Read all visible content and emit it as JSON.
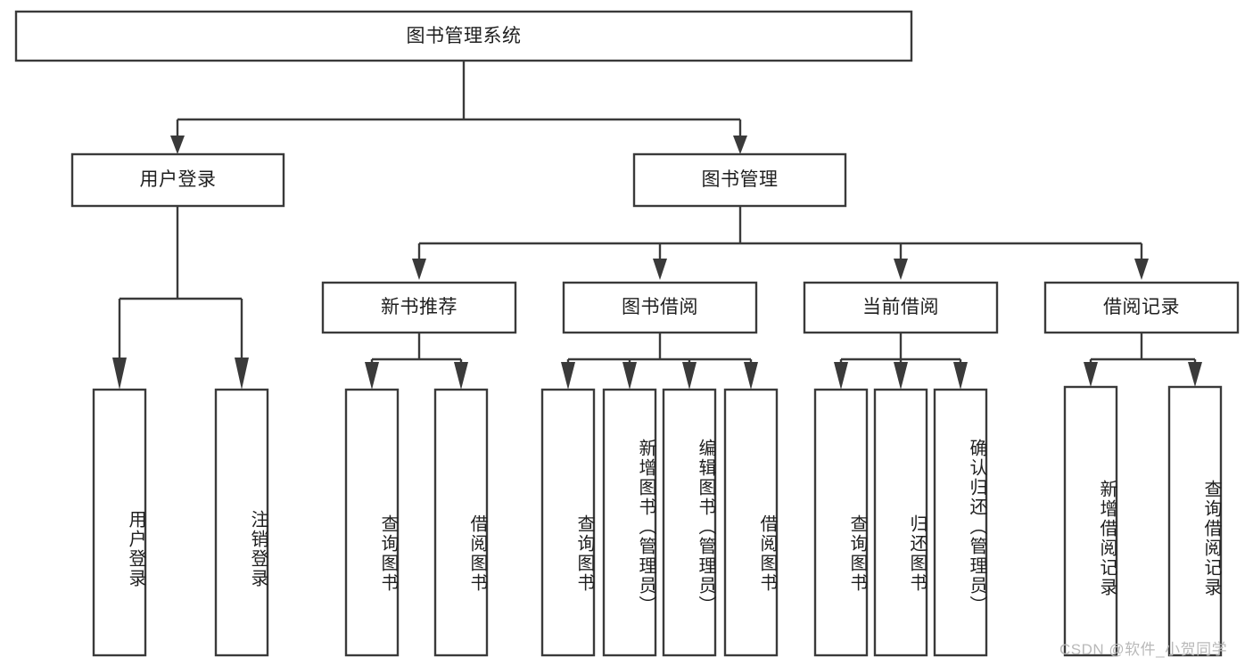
{
  "diagram": {
    "type": "tree-hierarchy",
    "title": "图书管理系统",
    "root": {
      "id": "root",
      "label": "图书管理系统",
      "orientation": "horizontal"
    },
    "level2": [
      {
        "id": "user-login",
        "label": "用户登录",
        "orientation": "horizontal"
      },
      {
        "id": "book-management",
        "label": "图书管理",
        "orientation": "horizontal"
      }
    ],
    "level3": [
      {
        "id": "new-book-recommend",
        "label": "新书推荐",
        "orientation": "horizontal",
        "parent": "book-management"
      },
      {
        "id": "book-borrow",
        "label": "图书借阅",
        "orientation": "horizontal",
        "parent": "book-management"
      },
      {
        "id": "current-borrow",
        "label": "当前借阅",
        "orientation": "horizontal",
        "parent": "book-management"
      },
      {
        "id": "borrow-record",
        "label": "借阅记录",
        "orientation": "horizontal",
        "parent": "book-management"
      }
    ],
    "leaves": [
      {
        "id": "leaf-user-login",
        "label": "用户登录",
        "orientation": "vertical",
        "parent": "user-login"
      },
      {
        "id": "leaf-user-logout",
        "label": "注销登录",
        "orientation": "vertical",
        "parent": "user-login"
      },
      {
        "id": "leaf-query-book-1",
        "label": "查询图书",
        "orientation": "vertical",
        "parent": "new-book-recommend"
      },
      {
        "id": "leaf-borrow-book-1",
        "label": "借阅图书",
        "orientation": "vertical",
        "parent": "new-book-recommend"
      },
      {
        "id": "leaf-query-book-2",
        "label": "查询图书",
        "orientation": "vertical",
        "parent": "book-borrow"
      },
      {
        "id": "leaf-add-book",
        "label": "新增图书（管理员）",
        "orientation": "vertical",
        "parent": "book-borrow"
      },
      {
        "id": "leaf-edit-book",
        "label": "编辑图书（管理员）",
        "orientation": "vertical",
        "parent": "book-borrow"
      },
      {
        "id": "leaf-borrow-book-2",
        "label": "借阅图书",
        "orientation": "vertical",
        "parent": "book-borrow"
      },
      {
        "id": "leaf-query-book-3",
        "label": "查询图书",
        "orientation": "vertical",
        "parent": "current-borrow"
      },
      {
        "id": "leaf-return-book",
        "label": "归还图书",
        "orientation": "vertical",
        "parent": "current-borrow"
      },
      {
        "id": "leaf-confirm-return",
        "label": "确认归还（管理员）",
        "orientation": "vertical",
        "parent": "current-borrow"
      },
      {
        "id": "leaf-add-record",
        "label": "新增借阅记录",
        "orientation": "vertical",
        "parent": "borrow-record"
      },
      {
        "id": "leaf-query-record",
        "label": "查询借阅记录",
        "orientation": "vertical",
        "parent": "borrow-record"
      }
    ],
    "colors": {
      "box_stroke": "#3a3a3a",
      "box_fill": "#ffffff",
      "text": "#1f1f1f",
      "background": "#ffffff",
      "watermark": "#b9b9b9"
    }
  },
  "watermark": {
    "text": "CSDN @软件_小贺同学"
  }
}
